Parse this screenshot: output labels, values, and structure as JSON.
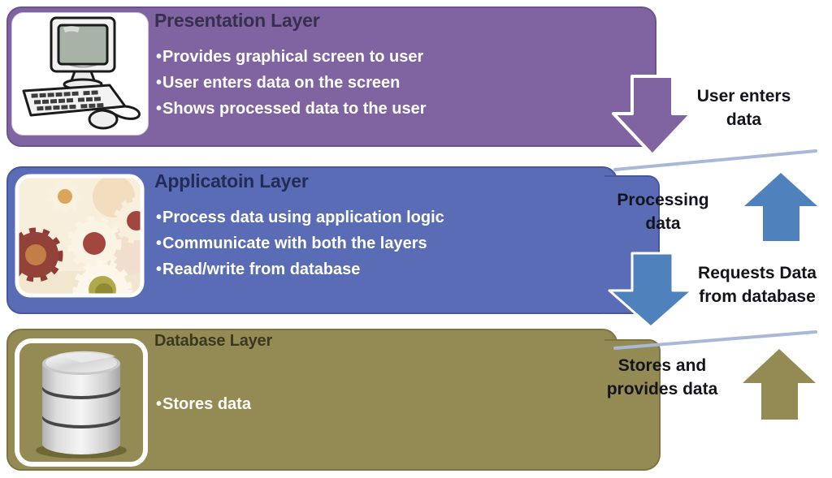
{
  "diagram": {
    "title_implicit": "Three tier architecture layers",
    "layers": [
      {
        "title": "Presentation Layer",
        "color": "#8064A2",
        "icon": "computer-icon",
        "bullets": [
          "Provides graphical screen to user",
          "User enters data on the screen",
          "Shows processed data to the user"
        ]
      },
      {
        "title": "Applicatoin Layer",
        "color": "#5A6CB5",
        "icon": "gears-icon",
        "bullets": [
          "Process data using application logic",
          "Communicate with both the layers",
          "Read/write from database"
        ]
      },
      {
        "title": "Database Layer",
        "color": "#948A54",
        "icon": "database-icon",
        "bullets": [
          "Stores data"
        ]
      }
    ],
    "flow_labels": [
      {
        "text": "User enters data",
        "arrow": "down-arrow",
        "arrow_color": "#8064A2"
      },
      {
        "text": "Processing data",
        "arrow": "up-arrow",
        "arrow_color": "#4F81BD"
      },
      {
        "text": "Requests Data from database",
        "arrow": "down-arrow",
        "arrow_color": "#4F81BD"
      },
      {
        "text": "Stores and provides data",
        "arrow": "up-arrow",
        "arrow_color": "#948A54"
      }
    ],
    "separator_line_color": "#AAB8D8"
  }
}
